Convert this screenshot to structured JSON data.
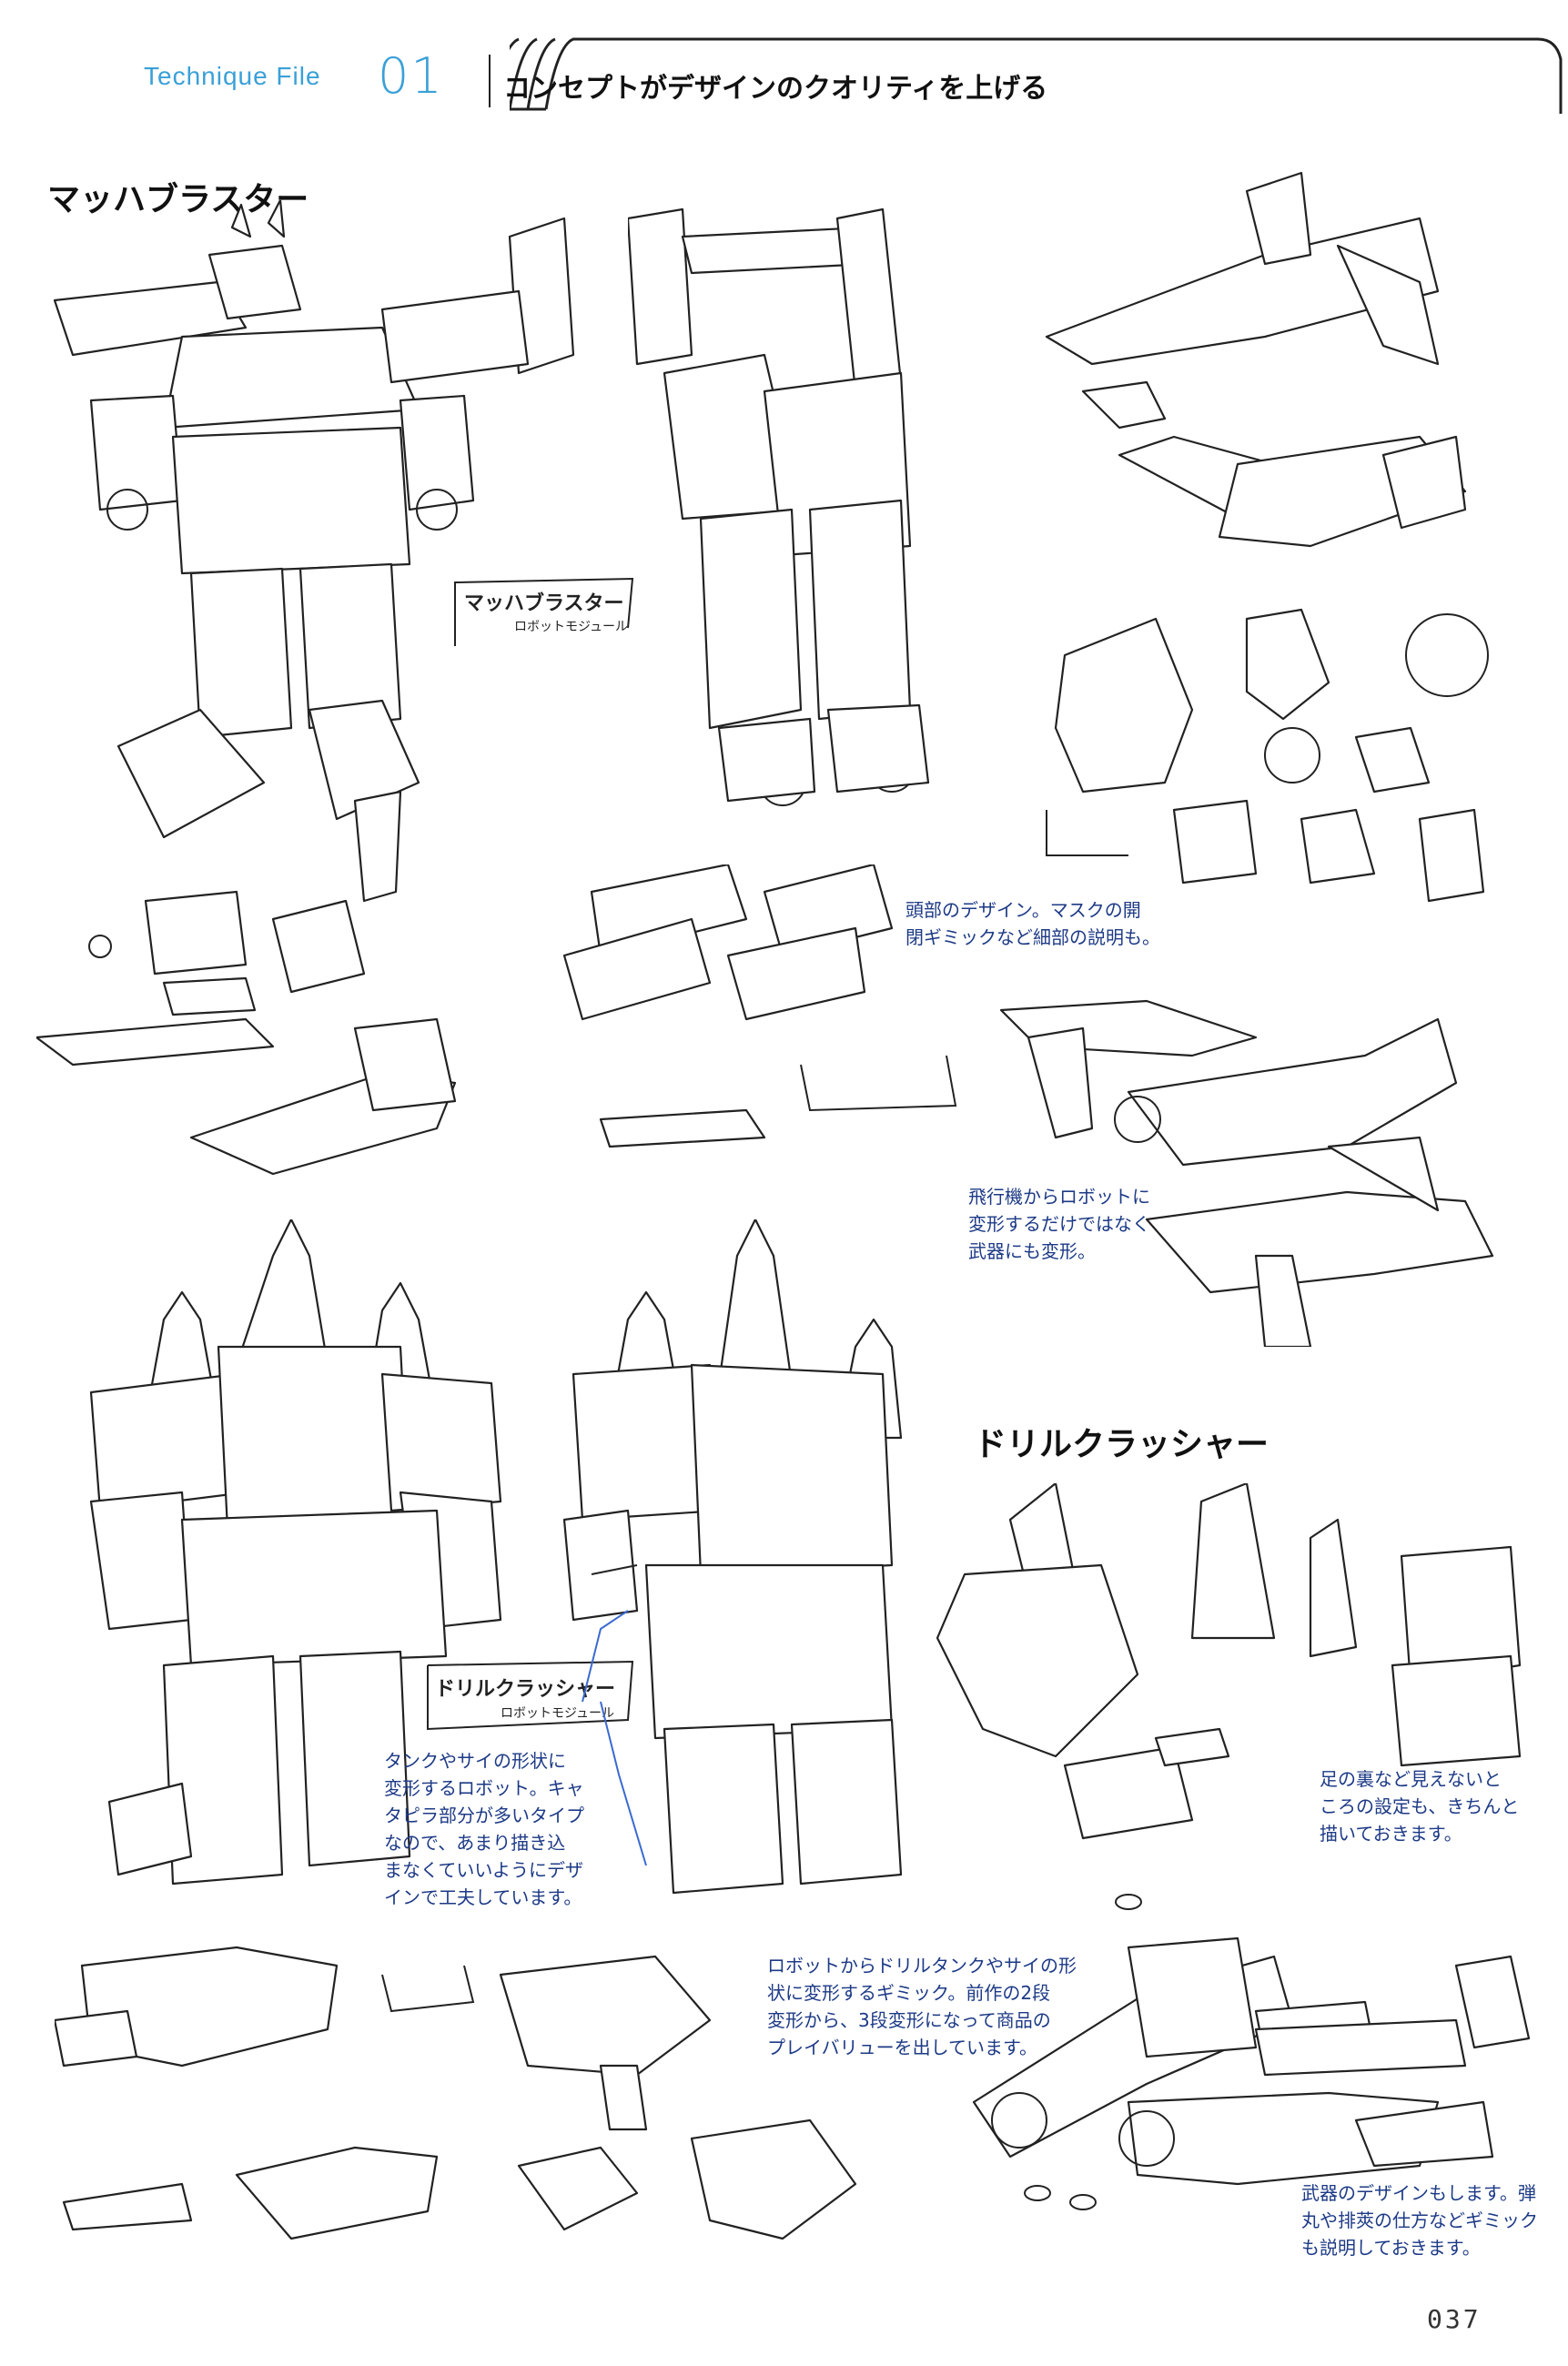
{
  "header": {
    "file_label": "Technique File",
    "file_number": "01",
    "title": "コンセプトがデザインのクオリティを上げる",
    "accent_color": "#3aa0d8"
  },
  "sections": {
    "mach_blaster": "マッハブラスター",
    "drill_crusher": "ドリルクラッシャー"
  },
  "sketch_notes": {
    "mach_label_1": "マッハブラスター",
    "mach_label_2": "ロボットモジュール",
    "drill_label_1": "ドリルクラッシャー",
    "drill_label_2": "ロボットモジュール"
  },
  "captions": {
    "head_design": "頭部のデザイン。マスクの開\n閉ギミックなど細部の説明も。",
    "plane_to_robot": "飛行機からロボットに\n変形するだけではなく\n武器にも変形。",
    "tank_robot": "タンクやサイの形状に\n変形するロボット。キャ\nタピラ部分が多いタイプ\nなので、あまり描き込\nまなくていいようにデザ\nインで工夫しています。",
    "drill_gimmick": "ロボットからドリルタンクやサイの形\n状に変形するギミック。前作の2段\n変形から、3段変形になって商品の\nプレイバリューを出しています。",
    "foot_settings": "足の裏など見えないと\nころの設定も、きちんと\n描いておきます。",
    "weapon_design": "武器のデザインもします。弾\n丸や排莢の仕方などギミック\nも説明しておきます。"
  },
  "page_number": "037"
}
